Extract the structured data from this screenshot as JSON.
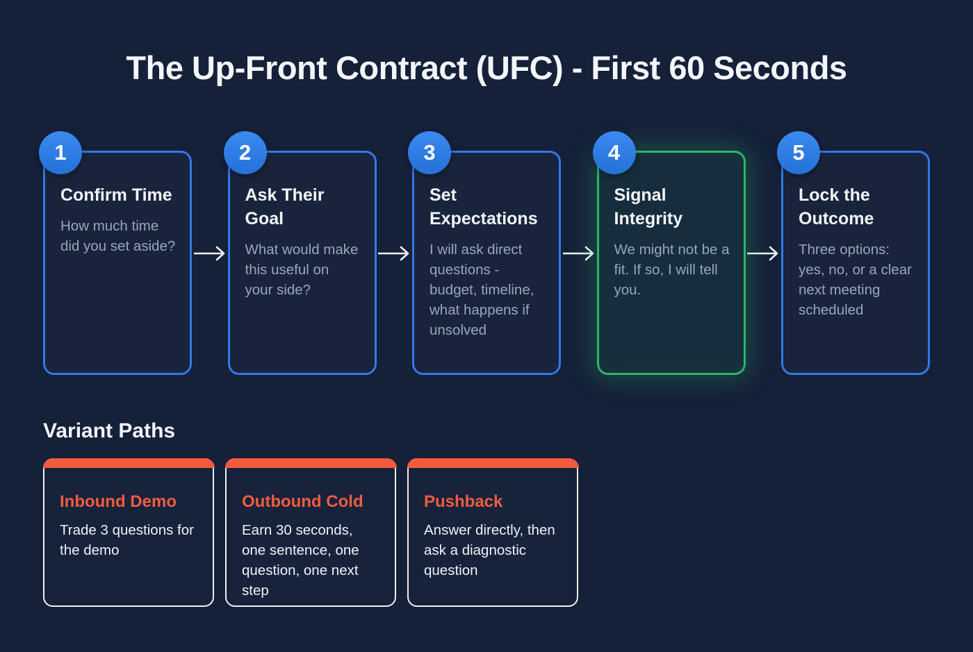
{
  "title": "The Up-Front Contract (UFC) - First 60 Seconds",
  "colors": {
    "background": "#152039",
    "step_border_blue": "#3279e8",
    "badge_blue": "#2b7de2",
    "highlight_green": "#2cb56a",
    "accent_orange": "#f25c3d",
    "heading_white": "#f3f6fa",
    "step_body_gray": "#97a6ba"
  },
  "steps": [
    {
      "number": "1",
      "title": "Confirm Time",
      "body": "How much time did you set aside?",
      "highlight": false
    },
    {
      "number": "2",
      "title": "Ask Their Goal",
      "body": "What would make this useful on your side?",
      "highlight": false
    },
    {
      "number": "3",
      "title": "Set Expectations",
      "body": "I will ask direct questions - budget, timeline, what happens if unsolved",
      "highlight": false
    },
    {
      "number": "4",
      "title": "Signal Integrity",
      "body": "We might not be a fit. If so, I will tell you.",
      "highlight": true
    },
    {
      "number": "5",
      "title": "Lock the Outcome",
      "body": "Three options: yes, no, or a clear next meeting scheduled",
      "highlight": false
    }
  ],
  "variant_section": {
    "heading": "Variant Paths",
    "cards": [
      {
        "title": "Inbound Demo",
        "body": "Trade 3 questions for the demo"
      },
      {
        "title": "Outbound Cold",
        "body": "Earn 30 seconds, one sentence, one question, one next step"
      },
      {
        "title": "Pushback",
        "body": "Answer directly, then ask a diagnostic question"
      }
    ]
  }
}
